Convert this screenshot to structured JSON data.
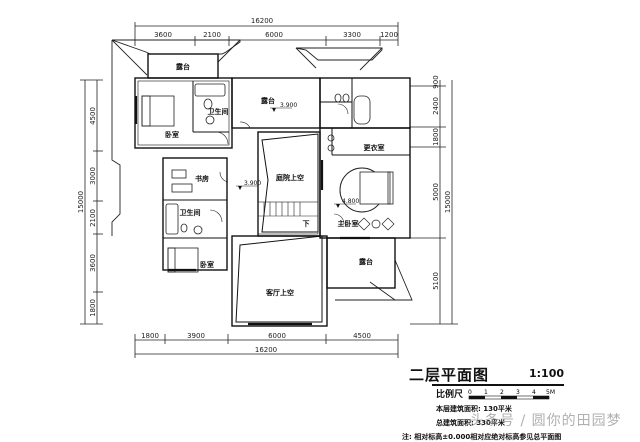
{
  "drawing": {
    "title": "二层平面图",
    "scale_text": "1:100",
    "scale_bar": {
      "label": "比例尺",
      "ticks": [
        "0",
        "1",
        "2",
        "3",
        "4",
        "5M"
      ]
    },
    "floor_area": "本层建筑面积: 130平米",
    "total_area": "总建筑面积: 330平米",
    "note": "注: 相对标高±0.000相对应绝对标高参见总平面图",
    "watermark": "头条号 / 圆你的田园梦"
  },
  "dimensions": {
    "top_total": "16200",
    "top_segments": [
      "3600",
      "2100",
      "6000",
      "3300",
      "1200"
    ],
    "bottom_total": "16200",
    "bottom_segments": [
      "1800",
      "3900",
      "6000",
      "4500"
    ],
    "left_total": "15000",
    "left_segments": [
      "4500",
      "3000",
      "2100",
      "3600",
      "1800"
    ],
    "right_total": "15000",
    "right_segments": [
      "900",
      "2400",
      "1800",
      "5000",
      "5100"
    ]
  },
  "rooms": {
    "terrace_top_left": "露台",
    "bedroom_nw": "卧室",
    "bathroom_n": "卫生间",
    "terrace_center": "露台",
    "study": "书房",
    "bathroom_w": "卫生间",
    "bedroom_sw": "卧室",
    "courtyard_void": "庭院上空",
    "living_void": "客厅上空",
    "dressing_room": "更衣室",
    "master_bedroom": "主卧室",
    "terrace_se": "露台",
    "stair_down": "下"
  },
  "elevations": {
    "terrace": "3.900",
    "hall": "3.900",
    "master": "4.800"
  }
}
